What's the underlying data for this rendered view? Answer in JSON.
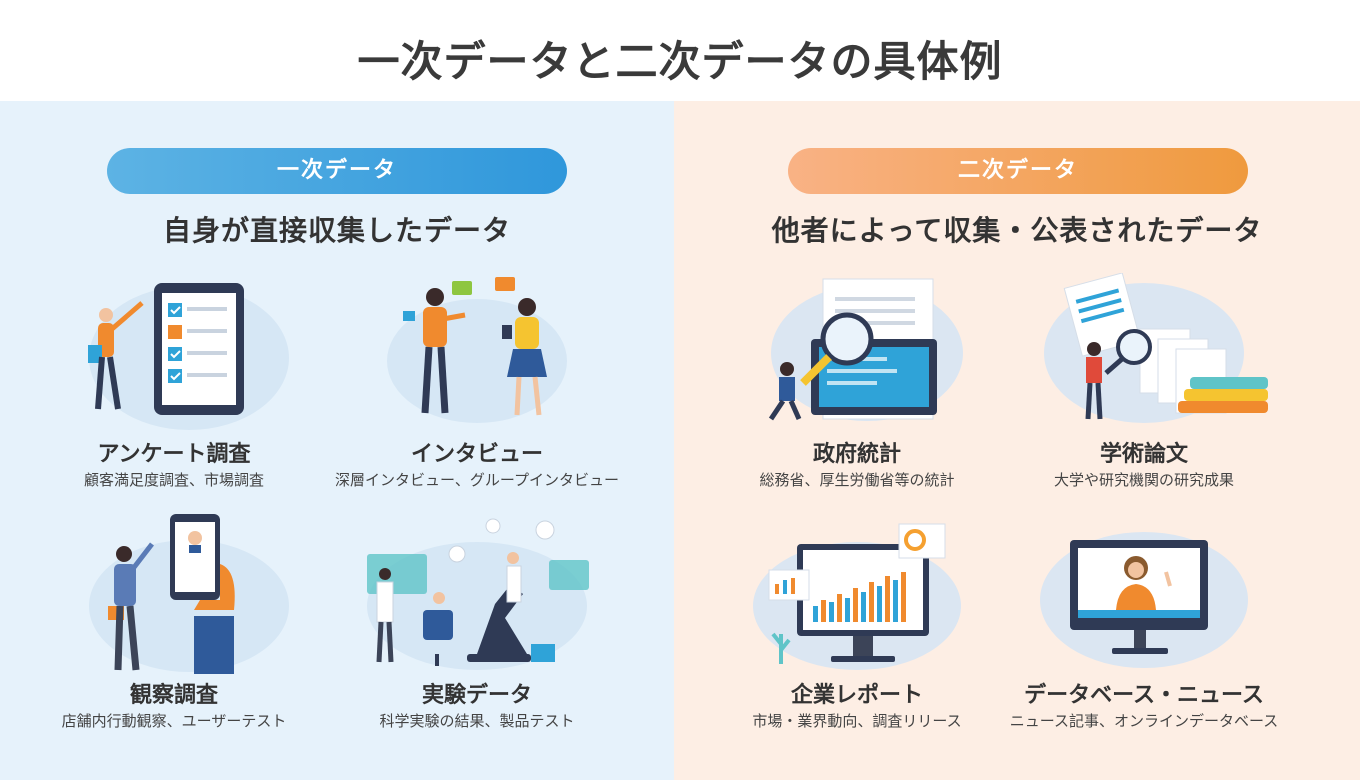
{
  "title": "一次データと二次データの具体例",
  "primary": {
    "label": "一次データ",
    "subtitle": "自身が直接収集したデータ",
    "items": [
      {
        "title": "アンケート調査",
        "desc": "顧客満足度調査、市場調査"
      },
      {
        "title": "インタビュー",
        "desc": "深層インタビュー、グループインタビュー"
      },
      {
        "title": "観察調査",
        "desc": "店舗内行動観察、ユーザーテスト"
      },
      {
        "title": "実験データ",
        "desc": "科学実験の結果、製品テスト"
      }
    ]
  },
  "secondary": {
    "label": "二次データ",
    "subtitle": "他者によって収集・公表されたデータ",
    "items": [
      {
        "title": "政府統計",
        "desc": "総務省、厚生労働省等の統計"
      },
      {
        "title": "学術論文",
        "desc": "大学や研究機関の研究成果"
      },
      {
        "title": "企業レポート",
        "desc": "市場・業界動向、調査リリース"
      },
      {
        "title": "データベース・ニュース",
        "desc": "ニュース記事、オンラインデータベース"
      }
    ]
  },
  "colors": {
    "primary_panel": "#e6f2fb",
    "secondary_panel": "#fdeee4",
    "primary_accent": "#2f97db",
    "secondary_accent": "#ef9a3e"
  }
}
